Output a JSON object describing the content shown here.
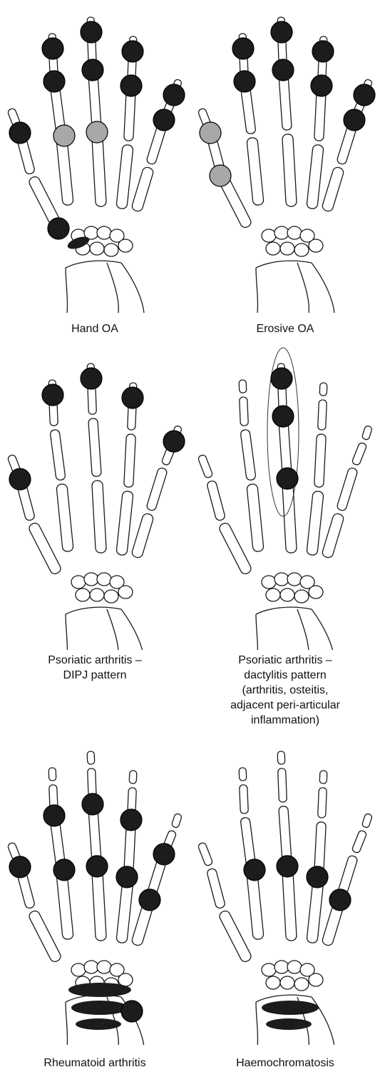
{
  "colors": {
    "affected_joint": "#1c1c1c",
    "secondary_joint": "#a8a8a8",
    "bone_outline": "#1a1a1a"
  },
  "panels": [
    {
      "id": "hand-oa",
      "caption_lines": [
        "Hand OA"
      ],
      "dark_joints": [
        "d2",
        "d3",
        "d4",
        "d5",
        "p2",
        "p3",
        "p4",
        "p5",
        "ip1",
        "cmc1"
      ],
      "grey_joints": [
        "m2",
        "m3"
      ],
      "ellipses": [
        "stt"
      ]
    },
    {
      "id": "erosive-oa",
      "caption_lines": [
        "Erosive OA"
      ],
      "dark_joints": [
        "d2",
        "d3",
        "d4",
        "d5",
        "p2",
        "p3",
        "p4",
        "p5"
      ],
      "grey_joints": [
        "ip1",
        "m1"
      ],
      "ellipses": []
    },
    {
      "id": "psa-dipj",
      "caption_lines": [
        "Psoriatic arthritis –",
        "DIPJ pattern"
      ],
      "dark_joints": [
        "d2",
        "d3",
        "d4",
        "d5",
        "ip1"
      ],
      "grey_joints": [],
      "ellipses": []
    },
    {
      "id": "psa-dactylitis",
      "caption_lines": [
        "Psoriatic arthritis –",
        "dactylitis pattern",
        "(arthritis, osteitis,",
        "adjacent peri-articular",
        "inflammation)"
      ],
      "dark_joints": [
        "d3",
        "p3",
        "m3"
      ],
      "grey_joints": [],
      "ellipses": [],
      "digit_outline": "finger-3"
    },
    {
      "id": "rheumatoid-arthritis",
      "caption_lines": [
        "Rheumatoid arthritis"
      ],
      "dark_joints": [
        "p2",
        "p3",
        "p4",
        "p5",
        "m2",
        "m3",
        "m4",
        "m5",
        "ip1",
        "ulnar"
      ],
      "grey_joints": [],
      "ellipses": [
        "w1",
        "w2",
        "w3"
      ]
    },
    {
      "id": "haemochromatosis",
      "caption_lines": [
        "Haemochromatosis"
      ],
      "dark_joints": [
        "m2",
        "m3",
        "m4",
        "m5"
      ],
      "grey_joints": [],
      "ellipses": [
        "w2",
        "w3"
      ]
    }
  ]
}
